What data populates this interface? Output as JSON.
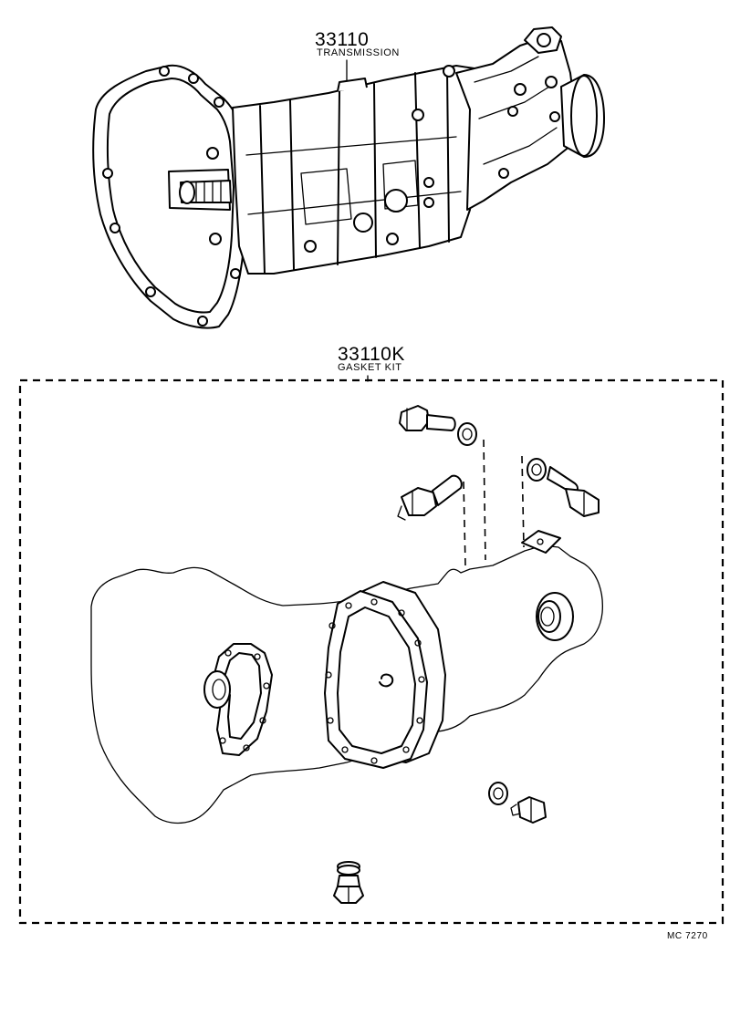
{
  "transmission": {
    "part_number": "33110",
    "part_name": "TRANSMISSION"
  },
  "gasket_kit": {
    "part_number": "33110K",
    "part_name": "GASKET KIT"
  },
  "diagram_code": "MC 7270"
}
